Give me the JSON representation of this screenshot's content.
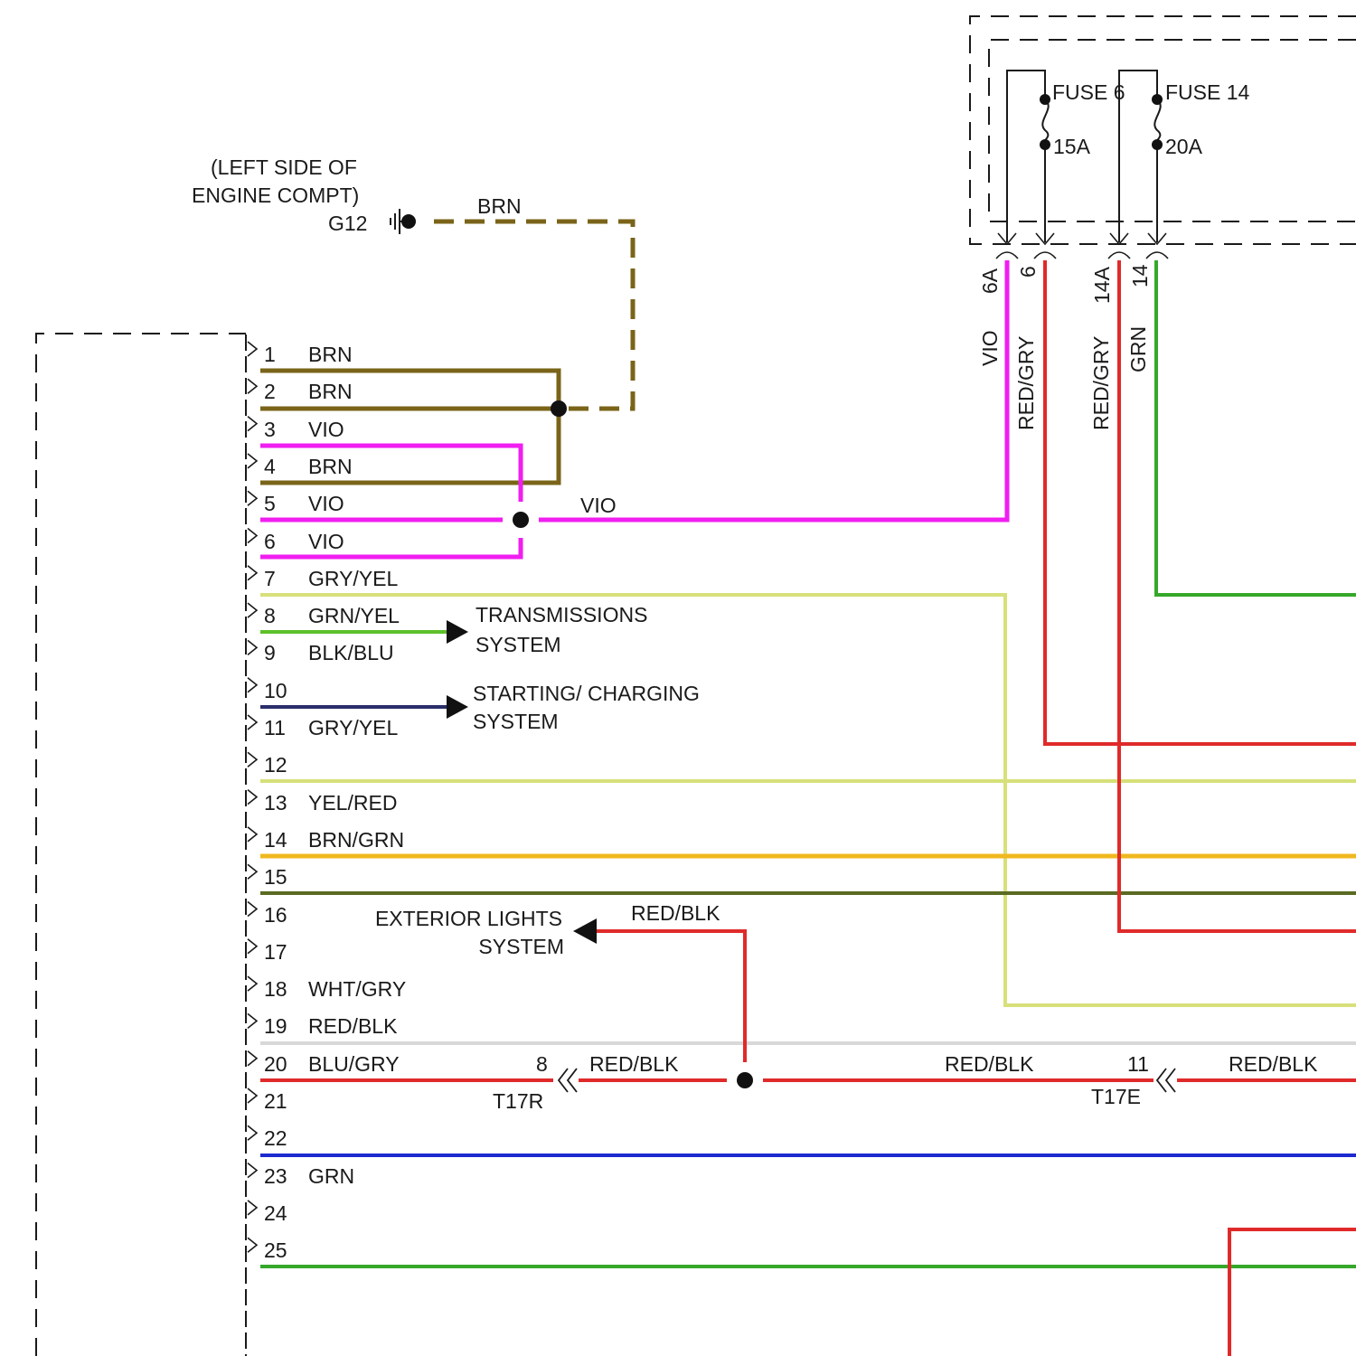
{
  "ground": {
    "location_line1": "(LEFT SIDE OF",
    "location_line2": "ENGINE COMPT)",
    "id": "G12",
    "wire_color": "BRN"
  },
  "fuse_box": {
    "fuses": [
      {
        "label": "FUSE 6",
        "rating": "15A",
        "terminal_a": "6A",
        "terminal_b": "6"
      },
      {
        "label": "FUSE 14",
        "rating": "20A",
        "terminal_a": "14A",
        "terminal_b": "14"
      }
    ],
    "wire_labels": [
      "VIO",
      "RED/GRY",
      "RED/GRY",
      "GRN"
    ]
  },
  "connector": {
    "pins": [
      {
        "num": "1",
        "color": "BRN"
      },
      {
        "num": "2",
        "color": "BRN"
      },
      {
        "num": "3",
        "color": "VIO"
      },
      {
        "num": "4",
        "color": "BRN"
      },
      {
        "num": "5",
        "color": "VIO"
      },
      {
        "num": "6",
        "color": "VIO"
      },
      {
        "num": "7",
        "color": "GRY/YEL"
      },
      {
        "num": "8",
        "color": "GRN/YEL"
      },
      {
        "num": "9",
        "color": "BLK/BLU"
      },
      {
        "num": "10",
        "color": ""
      },
      {
        "num": "11",
        "color": "GRY/YEL"
      },
      {
        "num": "12",
        "color": ""
      },
      {
        "num": "13",
        "color": "YEL/RED"
      },
      {
        "num": "14",
        "color": "BRN/GRN"
      },
      {
        "num": "15",
        "color": ""
      },
      {
        "num": "16",
        "color": ""
      },
      {
        "num": "17",
        "color": ""
      },
      {
        "num": "18",
        "color": "WHT/GRY"
      },
      {
        "num": "19",
        "color": "RED/BLK"
      },
      {
        "num": "20",
        "color": "BLU/GRY"
      },
      {
        "num": "21",
        "color": ""
      },
      {
        "num": "22",
        "color": ""
      },
      {
        "num": "23",
        "color": "GRN"
      },
      {
        "num": "24",
        "color": ""
      },
      {
        "num": "25",
        "color": ""
      }
    ]
  },
  "labels": {
    "vio_trunk": "VIO",
    "transmission_line1": "TRANSMISSIONS",
    "transmission_line2": "SYSTEM",
    "starting_line1": "STARTING/ CHARGING",
    "starting_line2": "SYSTEM",
    "exterior_line1": "EXTERIOR LIGHTS",
    "exterior_line2": "SYSTEM",
    "exterior_wire": "RED/BLK",
    "t17r_pin": "8",
    "t17r_id": "T17R",
    "t17r_wire": "RED/BLK",
    "t17e_wire_left": "RED/BLK",
    "t17e_pin": "11",
    "t17e_id": "T17E",
    "t17e_wire_right": "RED/BLK"
  },
  "colors": {
    "brn": "#7a6419",
    "vio": "#f01ef0",
    "gry_yel": "#d7e07a",
    "grn_yel": "#5cc02a",
    "blk_blu": "#2a2e6a",
    "yel_red": "#f0b820",
    "brn_grn": "#5a6a22",
    "wht_gry": "#d8d8d8",
    "red": "#e02a2a",
    "blu_gry": "#1c2ad0",
    "grn": "#35a82a"
  }
}
